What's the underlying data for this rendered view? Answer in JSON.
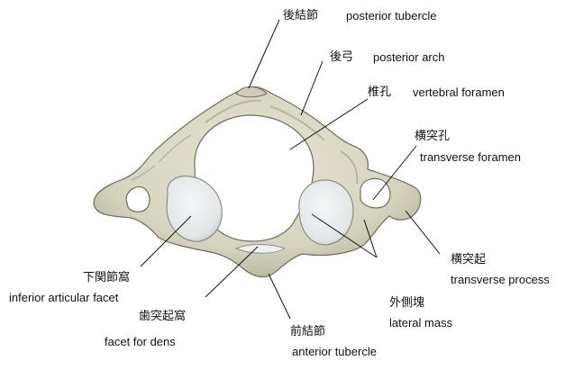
{
  "labels": {
    "posterior_tubercle": {
      "jp": "後結節",
      "en": "posterior tubercle"
    },
    "posterior_arch": {
      "jp": "後弓",
      "en": "posterior arch"
    },
    "vertebral_foramen": {
      "jp": "椎孔",
      "en": "vertebral foramen"
    },
    "transverse_foramen": {
      "jp": "横突孔",
      "en": "transverse foramen"
    },
    "transverse_process": {
      "jp": "横突起",
      "en": "transverse process"
    },
    "inferior_articular_facet": {
      "jp": "下関節窩",
      "en": "inferior articular facet"
    },
    "facet_for_dens": {
      "jp": "歯突起窩",
      "en": "facet for dens"
    },
    "lateral_mass": {
      "jp": "外側塊",
      "en": "lateral mass"
    },
    "anterior_tubercle": {
      "jp": "前結節",
      "en": "anterior tubercle"
    }
  },
  "colors": {
    "bone": "#d9d8c4",
    "bone_shadow": "#a9a78e",
    "bone_outline": "#6f6d58",
    "facet": "#e6eaea",
    "leader_line": "#111111"
  }
}
